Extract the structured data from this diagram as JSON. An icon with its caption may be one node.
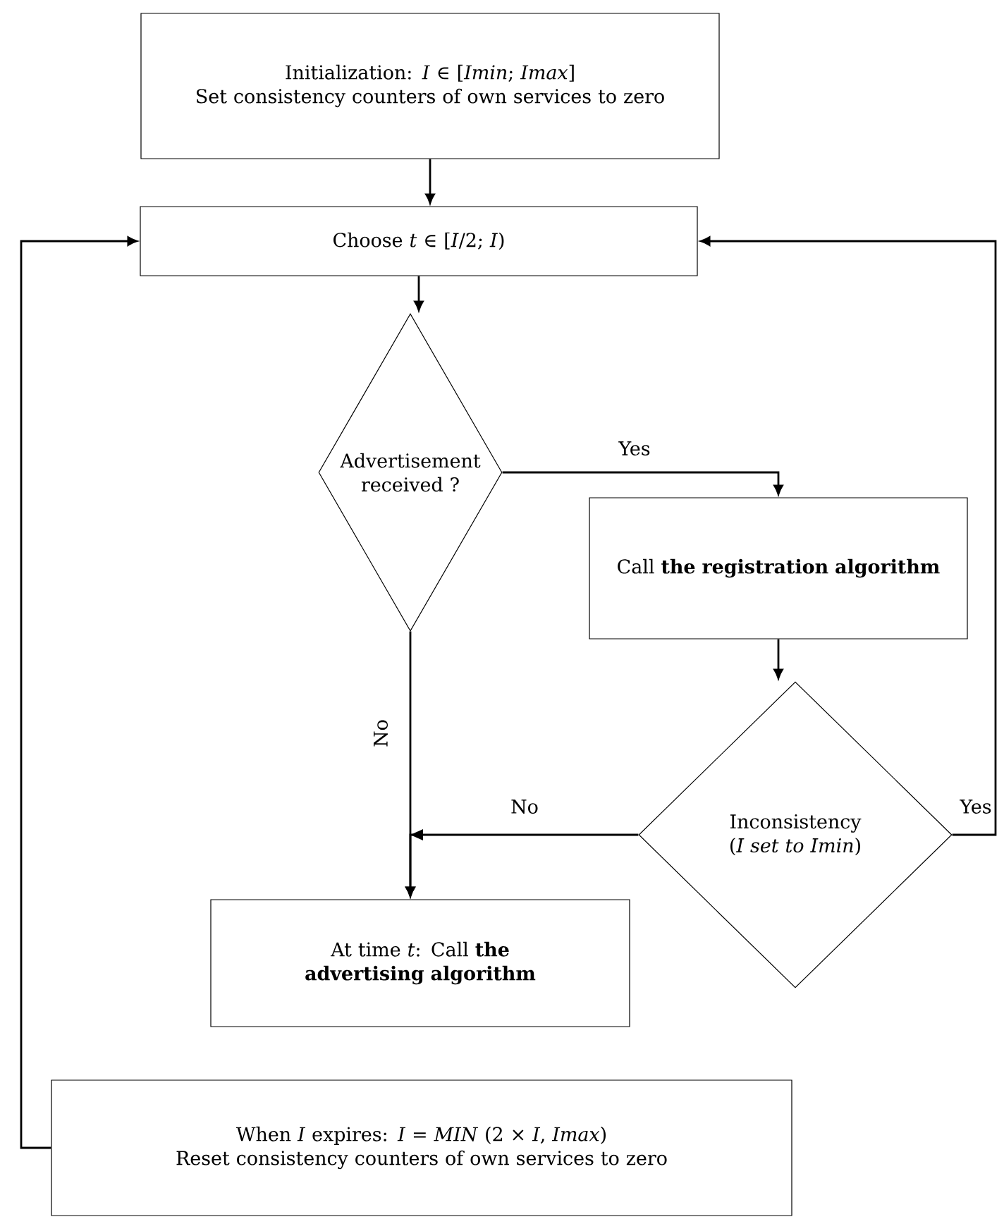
{
  "diagram": {
    "nodes": [
      {
        "text": [
          "Initialization: *I* ∈ [*Imin*; *Imax*]",
          "Set consistency counters of own services to zero"
        ]
      },
      {
        "text": [
          "Choose *t* ∈ [*I*/2; *I*)"
        ]
      },
      {
        "text": [
          "Advertisement received ?"
        ]
      },
      {
        "text": [
          "Call **the registration algorithm**"
        ]
      },
      {
        "text": [
          "Inconsistency (*I set to Imin*)"
        ]
      },
      {
        "text": [
          "At time *t*: Call **the advertising algorithm**"
        ]
      },
      {
        "text": [
          "When *I* expires: *I* = *MIN* (2 × *I*, *Imax*)",
          "Reset consistency counters of own services to zero"
        ]
      }
    ],
    "edges": [
      {
        "from": 0,
        "to": 1,
        "arrow": "to"
      },
      {
        "from": 1,
        "to": 2,
        "arrow": "to"
      },
      {
        "from": 2,
        "to": 3,
        "arrow": "to",
        "label": "Yes"
      },
      {
        "from": 3,
        "to": 4,
        "arrow": "to"
      },
      {
        "from": 4,
        "to": 5,
        "arrow": "to",
        "label": "No"
      },
      {
        "from": 2,
        "to": 5,
        "arrow": "to",
        "label": "No"
      },
      {
        "from": 4,
        "to": 1,
        "arrow": "to",
        "label": "Yes"
      },
      {
        "from": 6,
        "to": 1,
        "arrow": "to"
      }
    ]
  }
}
